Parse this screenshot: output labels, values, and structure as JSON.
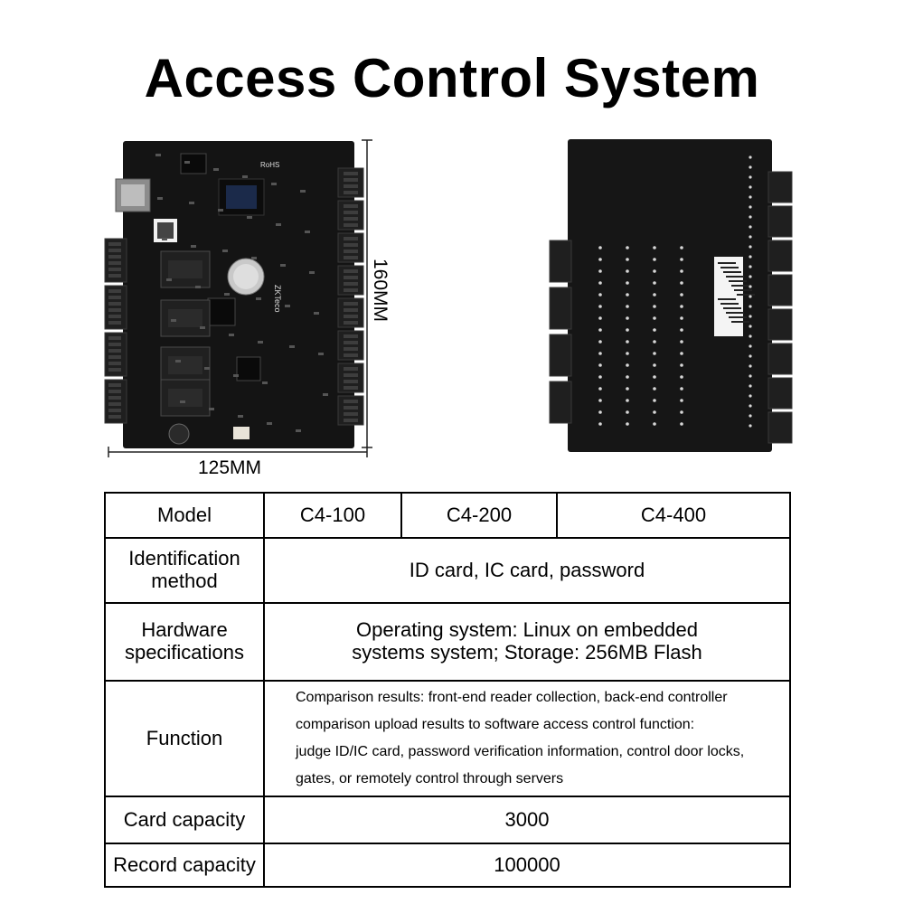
{
  "title": "Access Control System",
  "dimensions": {
    "height_label": "160MM",
    "width_label": "125MM"
  },
  "board_images": [
    {
      "name": "front",
      "text": [
        "RoHS",
        "ZKTeco"
      ]
    },
    {
      "name": "back"
    }
  ],
  "spec_table": {
    "header": {
      "label": "Model",
      "models": [
        "C4-100",
        "C4-200",
        "C4-400"
      ]
    },
    "rows": [
      {
        "label": [
          "Identification",
          "method"
        ],
        "value": [
          "ID card, IC card, password"
        ]
      },
      {
        "label": [
          "Hardware",
          "specifications"
        ],
        "value": [
          "Operating system: Linux on embedded",
          "systems system; Storage: 256MB Flash"
        ]
      },
      {
        "label": [
          "Function"
        ],
        "value": [
          "Comparison results: front-end reader collection, back-end controller",
          "comparison upload results to software access control  function:",
          "judge ID/IC card, password  verification information, control door locks,",
          "gates, or remotely control through servers"
        ]
      },
      {
        "label": [
          "Card capacity"
        ],
        "value": [
          "3000"
        ]
      },
      {
        "label": [
          "Record capacity"
        ],
        "value": [
          "100000"
        ]
      }
    ]
  },
  "colors": {
    "pcb": "#141414",
    "connector": "#1f1f1f",
    "background": "#ffffff",
    "border": "#000000"
  }
}
